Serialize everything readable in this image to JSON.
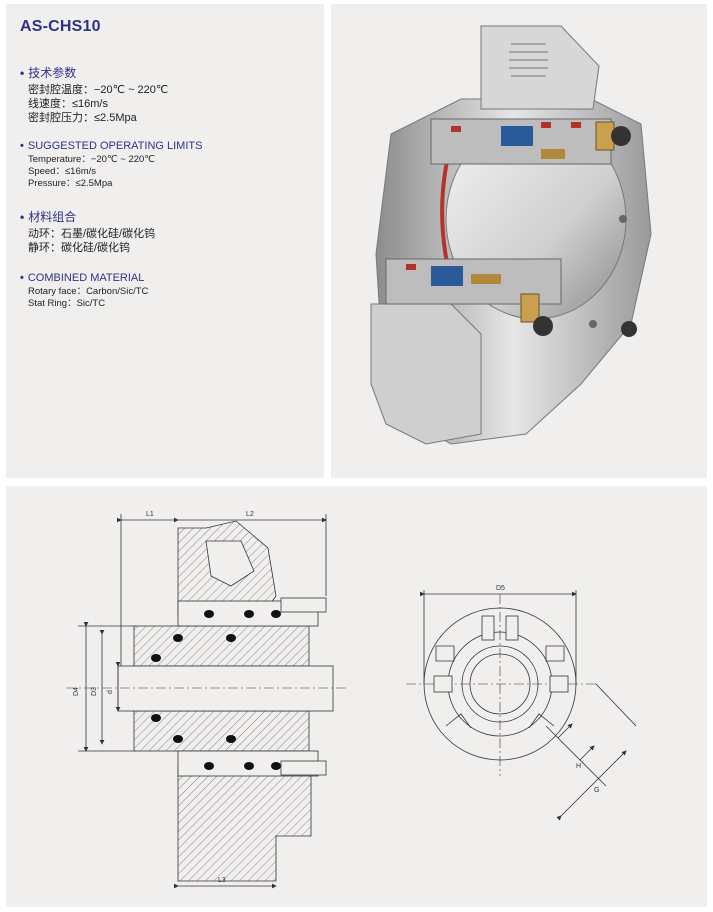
{
  "title": "AS-CHS10",
  "sections": [
    {
      "heading": "技术参数",
      "lines": [
        "密封腔温度：−20℃ ~ 220℃",
        "线速度：≤16m/s",
        "密封腔压力：≤2.5Mpa"
      ]
    },
    {
      "heading": "SUGGESTED OPERATING LIMITS",
      "lines": [
        "Temperature：−20℃ ~ 220℃",
        "Speed：≤16m/s",
        "Pressure：≤2.5Mpa"
      ]
    },
    {
      "heading": "材料组合",
      "lines": [
        "动环：石墨/碳化硅/碳化钨",
        "静环：碳化硅/碳化钨"
      ]
    },
    {
      "heading": "COMBINED MATERIAL",
      "lines": [
        "Rotary face：Carbon/Sic/TC",
        "Stat Ring：Sic/TC"
      ]
    }
  ],
  "drawing": {
    "labels": {
      "L1": "L1",
      "L2": "L2",
      "L3": "L3",
      "D4": "D4",
      "D3": "D3",
      "d": "d",
      "D5": "D5",
      "H": "H",
      "G": "G"
    }
  },
  "colors": {
    "title": "#2e3188",
    "panel": "#f1efee",
    "seal_red": "#b5312c",
    "seal_blue": "#2a5a9a",
    "brass": "#b08a3a"
  }
}
